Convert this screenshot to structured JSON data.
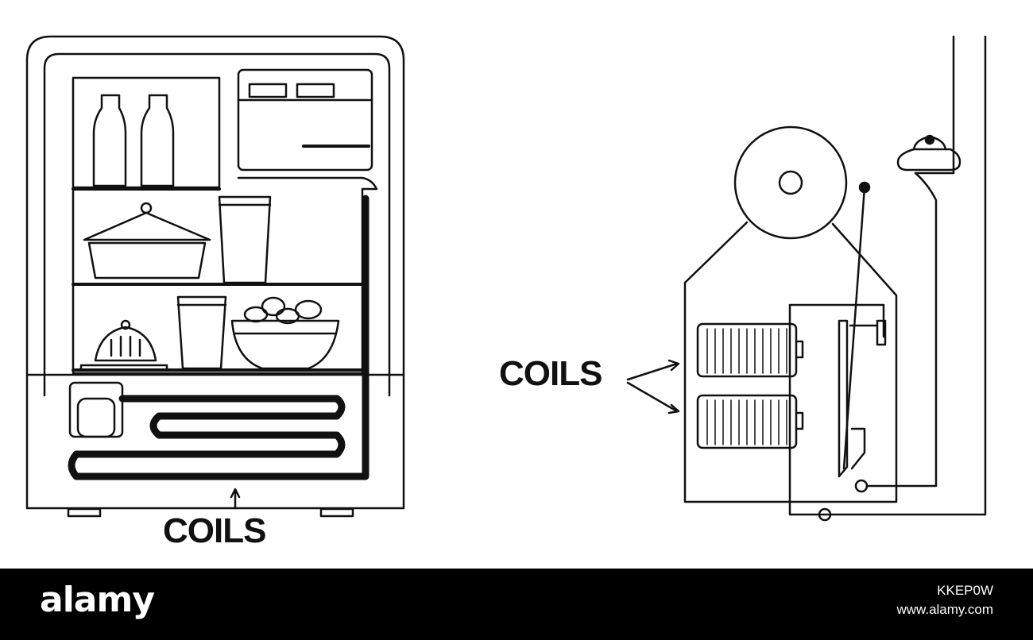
{
  "labels": {
    "fridge_coils": "COILS",
    "bell_coils": "COILS"
  },
  "footer": {
    "brand": "alamy",
    "image_id": "KKEP0W",
    "site": "www.alamy.com"
  },
  "colors": {
    "ink": "#111111",
    "background": "#ffffff",
    "footer_background": "#000000",
    "footer_text": "#ffffff"
  }
}
